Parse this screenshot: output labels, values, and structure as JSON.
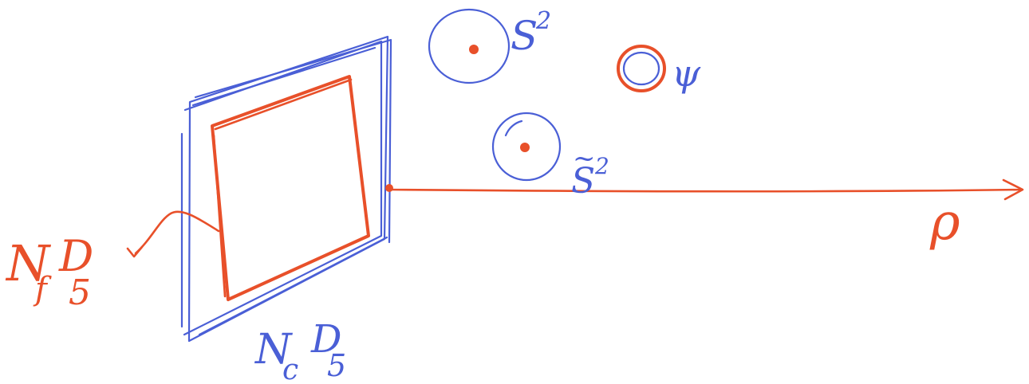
{
  "labels": {
    "flavor_brane_N": "N",
    "flavor_brane_sub": "f",
    "flavor_brane_D": "D",
    "flavor_brane_D_sub": "5",
    "color_brane_N": "N",
    "color_brane_sub": "c",
    "color_brane_D": "D",
    "color_brane_D_sub": "5",
    "sphere_S2": "S",
    "sphere_S2_sup": "2",
    "sphere_S2_tilde": "S",
    "sphere_S2_tilde_sup": "2",
    "sphere_S2_tilde_accent": "~",
    "circle_psi": "ψ",
    "radial_axis": "ρ"
  },
  "colors": {
    "blue": "#4a5fd6",
    "red": "#e8502a"
  }
}
